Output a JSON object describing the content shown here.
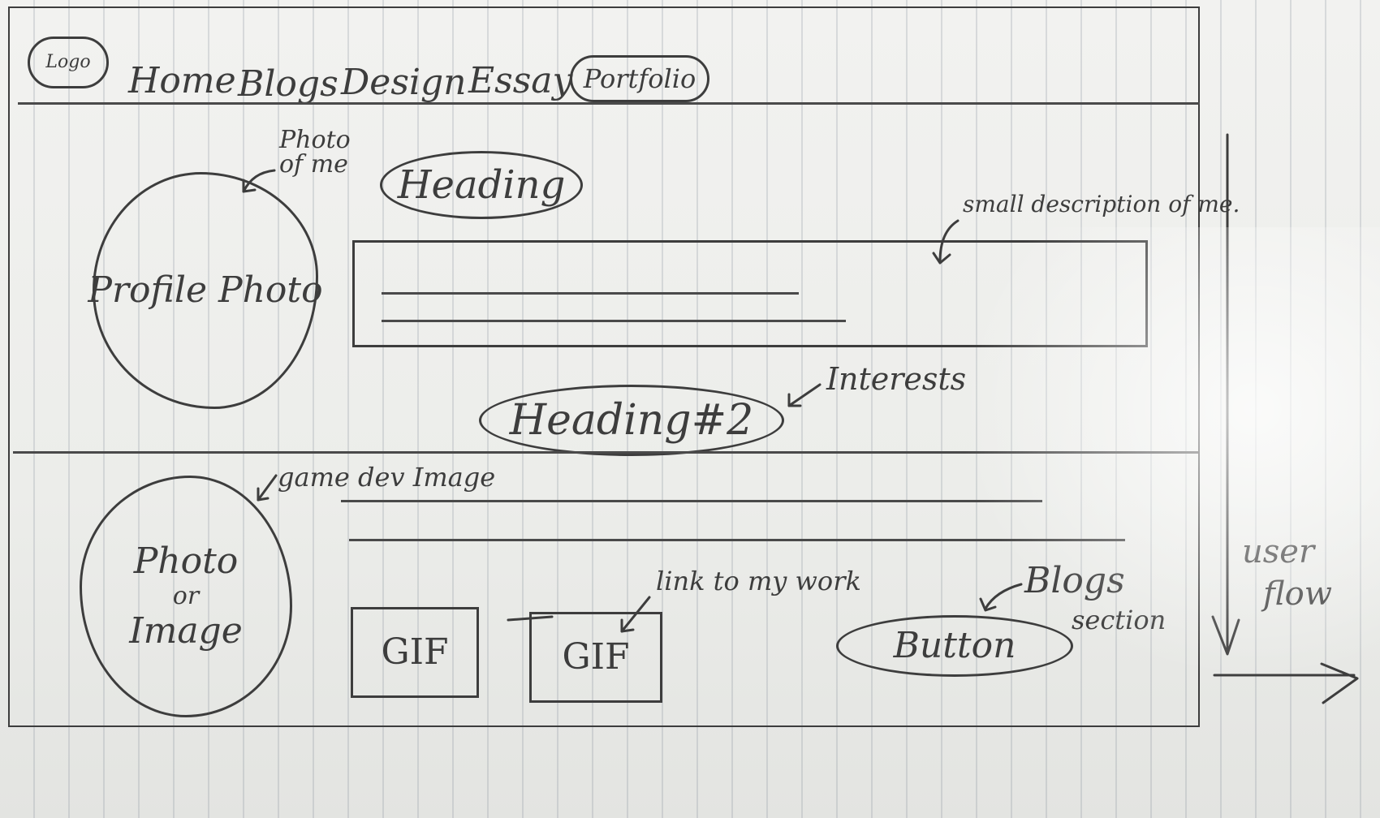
{
  "nav": {
    "logo": "Logo",
    "items": [
      "Home",
      "Blogs",
      "Design",
      "Essay"
    ],
    "active": "Portfolio"
  },
  "hero": {
    "profile_photo": "Profile Photo",
    "photo_note": "Photo of me",
    "heading": "Heading",
    "description_note": "small description of me.",
    "heading2": "Heading#2",
    "interests_note": "Interests"
  },
  "work": {
    "image_label_top": "Photo",
    "image_label_mid": "or",
    "image_label_bottom": "Image",
    "image_note": "game dev Image",
    "gif1": "GIF",
    "gif2": "GIF",
    "gif_note": "link to my work",
    "button": "Button",
    "button_note_1": "Blogs",
    "button_note_2": "section"
  },
  "flow": {
    "label_1": "user",
    "label_2": "flow"
  }
}
